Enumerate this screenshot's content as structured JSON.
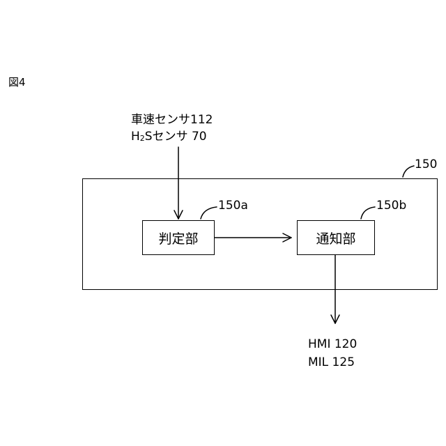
{
  "figure_label": "図4",
  "inputs": {
    "line1": "車速センサ112",
    "line2_prefix": "H",
    "line2_subscript": "2",
    "line2_suffix": "Sセンサ 70"
  },
  "outer_block": {
    "ref": "150"
  },
  "judge_block": {
    "ref": "150a",
    "label": "判定部"
  },
  "notify_block": {
    "ref": "150b",
    "label": "通知部"
  },
  "outputs": {
    "line1": "HMI 120",
    "line2": "MIL 125"
  }
}
